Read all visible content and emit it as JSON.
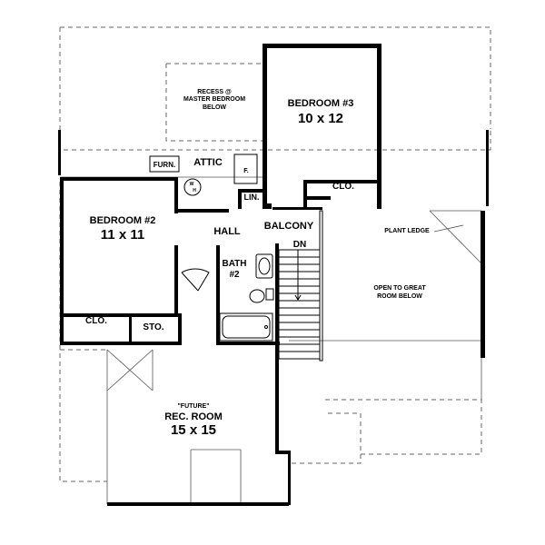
{
  "rooms": {
    "recess": {
      "line1": "RECESS @",
      "line2": "MASTER BEDROOM",
      "line3": "BELOW"
    },
    "bedroom3": {
      "name": "BEDROOM #3",
      "size": "10 x 12"
    },
    "bedroom2": {
      "name": "BEDROOM #2",
      "size": "11 x 11"
    },
    "attic": {
      "name": "ATTIC"
    },
    "furn": {
      "name": "FURN."
    },
    "f": {
      "name": "F."
    },
    "wh": {
      "line1": "W",
      "line2": "H"
    },
    "lin": {
      "name": "LIN."
    },
    "clo_top": {
      "name": "CLO."
    },
    "hall": {
      "name": "HALL"
    },
    "balcony": {
      "name": "BALCONY"
    },
    "dn": {
      "name": "DN"
    },
    "bath2": {
      "line1": "BATH",
      "line2": "#2"
    },
    "plant_ledge": {
      "name": "PLANT LEDGE"
    },
    "open": {
      "line1": "OPEN TO GREAT",
      "line2": "ROOM BELOW"
    },
    "clo_left": {
      "name": "CLO."
    },
    "sto": {
      "name": "STO."
    },
    "rec": {
      "line1": "\"FUTURE\"",
      "line2": "REC. ROOM",
      "line3": "15 x 15"
    }
  }
}
